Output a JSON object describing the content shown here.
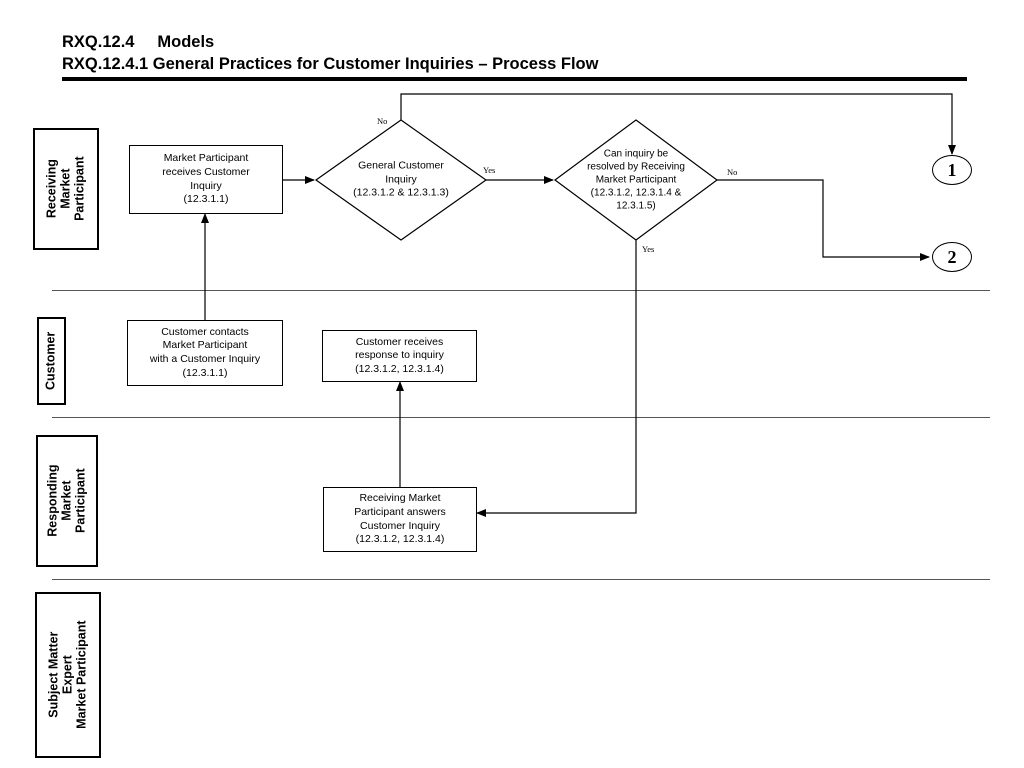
{
  "header": {
    "line1": "RXQ.12.4     Models",
    "line2": "RXQ.12.4.1 General Practices for Customer Inquiries – Process Flow"
  },
  "lanes": {
    "receiving": "Receiving\nMarket\nParticipant",
    "customer": "Customer",
    "responding": "Responding\nMarket\nParticipant",
    "sme": "Subject Matter\nExpert\nMarket Participant"
  },
  "nodes": {
    "mp_receives": "Market Participant\nreceives Customer\nInquiry\n(12.3.1.1)",
    "general_inquiry": "General Customer\nInquiry\n(12.3.1.2 & 12.3.1.3)",
    "can_resolve": "Can inquiry be\nresolved by Receiving\nMarket Participant\n(12.3.1.2, 12.3.1.4 &\n12.3.1.5)",
    "customer_contacts": "Customer contacts\nMarket Participant\nwith a Customer Inquiry\n(12.3.1.1)",
    "customer_receives": "Customer receives\nresponse to inquiry\n(12.3.1.2, 12.3.1.4)",
    "rmp_answers": "Receiving Market\nParticipant answers\nCustomer Inquiry\n(12.3.1.2, 12.3.1.4)"
  },
  "labels": {
    "no_top": "No",
    "yes_general": "Yes",
    "no_resolve": "No",
    "yes_resolve": "Yes"
  },
  "connectors": {
    "one": "1",
    "two": "2"
  }
}
